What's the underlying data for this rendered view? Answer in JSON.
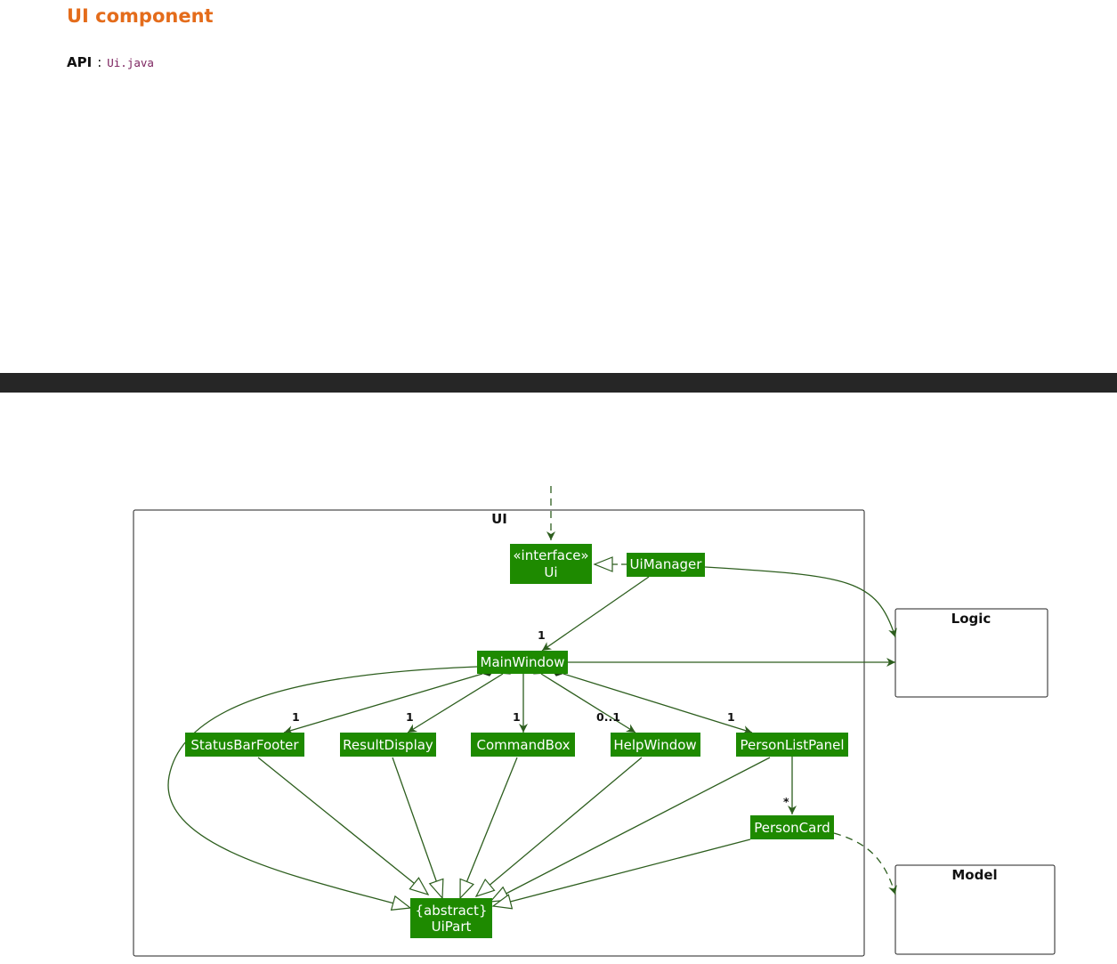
{
  "heading": "UI component",
  "api": {
    "label": "API",
    "colon": ":",
    "link": "Ui.java"
  },
  "diagram": {
    "packages": {
      "ui": "UI",
      "logic": "Logic",
      "model": "Model"
    },
    "classes": {
      "ui_stereotype": "«interface»",
      "ui_name": "Ui",
      "ui_manager": "UiManager",
      "main_window": "MainWindow",
      "status_bar_footer": "StatusBarFooter",
      "result_display": "ResultDisplay",
      "command_box": "CommandBox",
      "help_window": "HelpWindow",
      "person_list_panel": "PersonListPanel",
      "person_card": "PersonCard",
      "ui_part_stereotype": "{abstract}",
      "ui_part_name": "UiPart"
    },
    "multiplicities": {
      "main_window": "1",
      "status_bar_footer": "1",
      "result_display": "1",
      "command_box": "1",
      "help_window": "0..1",
      "person_list_panel": "1",
      "person_card": "*"
    },
    "colors": {
      "class_fill": "#1e8a00",
      "line": "#2d5e1e",
      "package_border": "#222222"
    }
  }
}
